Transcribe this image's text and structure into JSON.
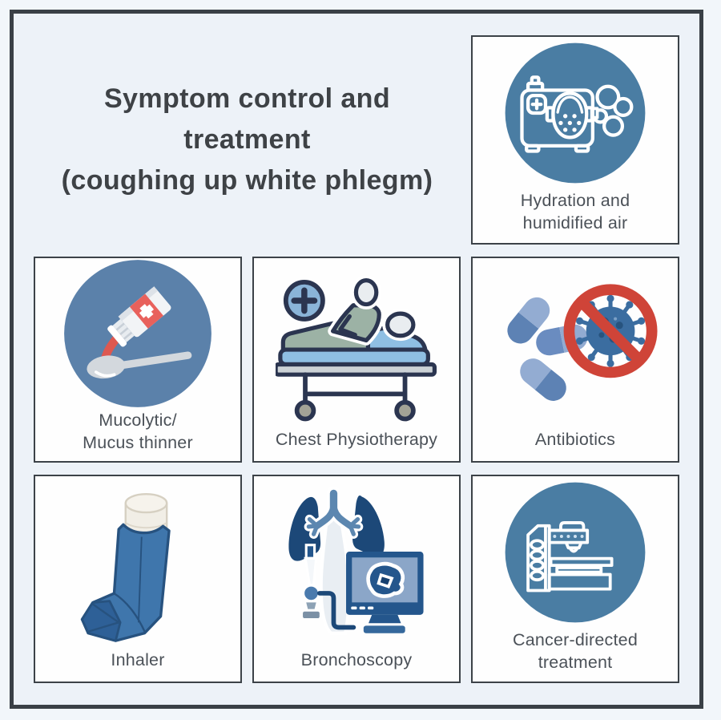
{
  "title": {
    "text": "Symptom control and\ntreatment\n(coughing up white phlegm)"
  },
  "cards": [
    {
      "key": "hydration",
      "icon": "humidifier-icon",
      "label": "Hydration and\nhumidified air"
    },
    {
      "key": "mucolytic",
      "icon": "medicine-bottle-spoon-icon",
      "label": "Mucolytic/\nMucus thinner"
    },
    {
      "key": "chest-physiotherapy",
      "icon": "chest-physiotherapy-icon",
      "label": "Chest Physiotherapy"
    },
    {
      "key": "antibiotics",
      "icon": "pills-no-virus-icon",
      "label": "Antibiotics"
    },
    {
      "key": "inhaler",
      "icon": "inhaler-icon",
      "label": "Inhaler"
    },
    {
      "key": "bronchoscopy",
      "icon": "bronchoscopy-icon",
      "label": "Bronchoscopy"
    },
    {
      "key": "cancer-directed-treatment",
      "icon": "radiotherapy-machine-icon",
      "label": "Cancer-directed\ntreatment"
    }
  ],
  "colors": {
    "background": "#edf2f8",
    "frame_border": "#3a4046",
    "card_border": "#3c4248",
    "card_bg": "#fefefe",
    "icon_circle_blue": "#4a7da3",
    "mucolytic_circle_blue": "#5b81aa",
    "accent_red": "#cf4438",
    "navy": "#2b3550",
    "steel_blue": "#5c87b0",
    "title_text": "#3e4246",
    "label_text": "#4b5158"
  }
}
